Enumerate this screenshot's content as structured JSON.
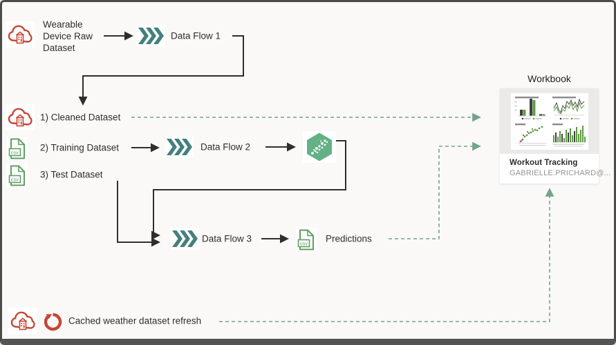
{
  "nodes": {
    "wearable_raw": "Wearable Device Raw Dataset",
    "data_flow_1": "Data Flow 1",
    "cleaned": "1) Cleaned Dataset",
    "training": "2) Training Dataset",
    "data_flow_2": "Data Flow 2",
    "test": "3) Test Dataset",
    "data_flow_3": "Data Flow 3",
    "predictions": "Predictions",
    "cached_refresh": "Cached weather dataset refresh"
  },
  "workbook": {
    "title": "Workbook",
    "card_name": "Workout Tracking",
    "card_owner": "GABRIELLE.PRICHARD@..."
  },
  "labels": {
    "csv": "csv"
  },
  "icons": {
    "cloud": "cloud-application-dataset-icon",
    "chevrons": "data-flow-icon",
    "csv": "csv-file-icon",
    "hexagon": "machine-learning-model-icon",
    "refresh": "refresh-icon"
  },
  "colors": {
    "background": "#faf9f7",
    "frame_border": "#4a4a49",
    "connector_black": "#2e2e2e",
    "connector_green_dashed": "#72a489",
    "chevron_teal": "#44807d",
    "brand_red": "#c74634",
    "csv_green": "#5f9e62",
    "hexagon_green": "#63b185"
  }
}
